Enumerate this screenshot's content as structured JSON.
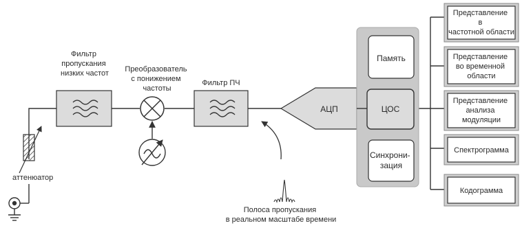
{
  "labels": {
    "lpf": [
      "Фильтр",
      "пропускания",
      "низких частот"
    ],
    "downconverter": [
      "Преобразователь",
      "с понижением",
      "частоты"
    ],
    "if_filter": [
      "Фильтр ПЧ"
    ],
    "adc": "АЦП",
    "memory": "Память",
    "dsp": "ЦОС",
    "sync": [
      "Синхрони-",
      "зация"
    ],
    "attenuator": "аттенюатор",
    "bandwidth_note": [
      "Полоса пропускания",
      "в реальном масштабе времени"
    ]
  },
  "outputs": [
    [
      "Представление",
      "в",
      "частотной области"
    ],
    [
      "Представление",
      "во временной",
      "области"
    ],
    [
      "Представление",
      "анализа",
      "модуляции"
    ],
    [
      "Спектрограмма"
    ],
    [
      "Кодограмма"
    ]
  ],
  "colors": {
    "line": "#333333",
    "block_fill": "#dcdcdc",
    "dsp_group_fill": "#c9c9c9",
    "panel_fill": "#ffffff"
  }
}
